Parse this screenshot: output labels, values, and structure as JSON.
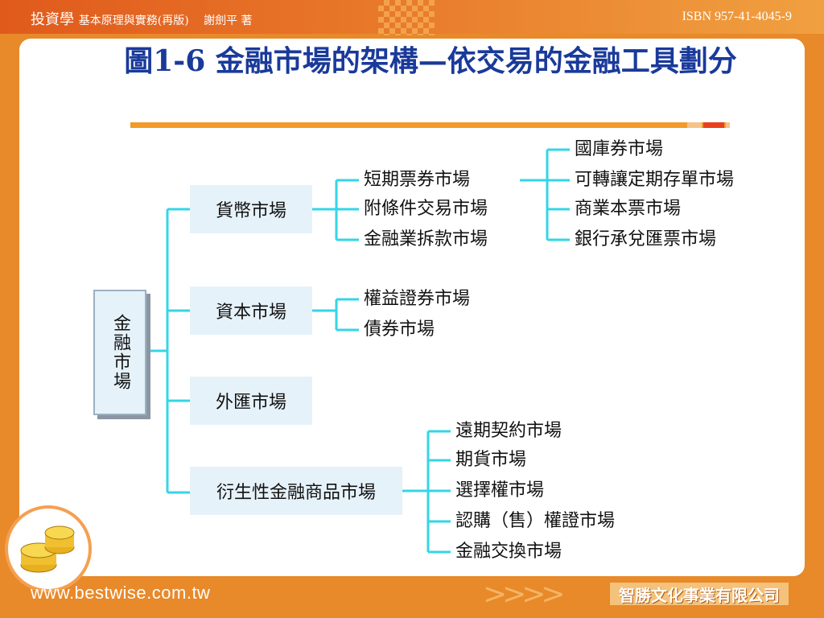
{
  "header": {
    "book_title": "投資學",
    "book_subtitle": "基本原理與實務(再版)　 謝劍平 著",
    "isbn": "ISBN 957-41-4045-9"
  },
  "slide": {
    "title": "圖1-6 金融市場的架構—依交易的金融工具劃分"
  },
  "diagram": {
    "root": "金融市場",
    "branches": [
      {
        "label": "貨幣市場",
        "children": [
          {
            "label": "短期票券市場",
            "children": [
              "國庫券市場",
              "可轉讓定期存單市場",
              "商業本票市場",
              "銀行承兌匯票市場"
            ]
          },
          {
            "label": "附條件交易市場"
          },
          {
            "label": "金融業拆款市場"
          }
        ]
      },
      {
        "label": "資本市場",
        "children": [
          {
            "label": "權益證券市場"
          },
          {
            "label": "債券市場"
          }
        ]
      },
      {
        "label": "外匯市場"
      },
      {
        "label": "衍生性金融商品市場",
        "children": [
          {
            "label": "遠期契約市場"
          },
          {
            "label": "期貨市場"
          },
          {
            "label": "選擇權市場"
          },
          {
            "label": "認購（售）權證市場"
          },
          {
            "label": "金融交換市場"
          }
        ]
      }
    ]
  },
  "footer": {
    "url": "www.bestwise.com.tw",
    "publisher": "智勝文化事業有限公司"
  },
  "colors": {
    "connector": "#33d6e6",
    "title": "#1a3a9a",
    "accent": "#e8892a"
  }
}
